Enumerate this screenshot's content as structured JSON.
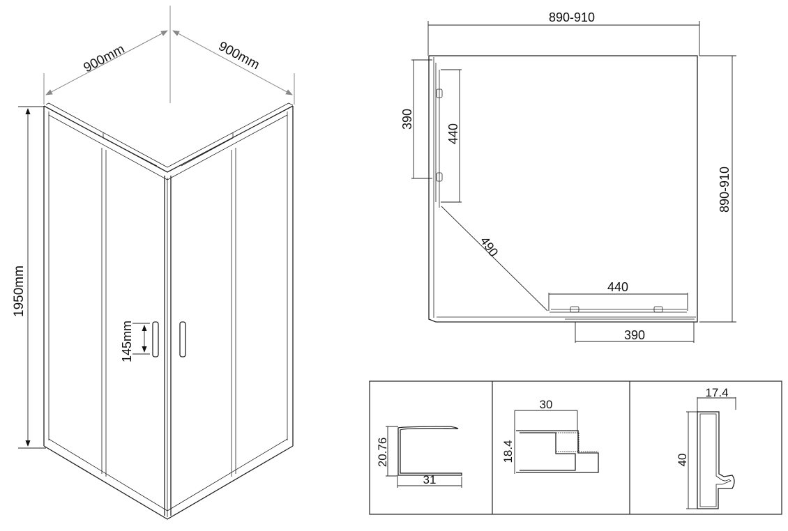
{
  "isometric_view": {
    "width_left": "900mm",
    "width_right": "900mm",
    "height": "1950mm",
    "handle_height": "145mm"
  },
  "plan_view": {
    "top_width": "890-910",
    "right_depth": "890-910",
    "left_opening": "390",
    "left_door": "440",
    "diagonal": "490",
    "bottom_door": "440",
    "bottom_opening": "390"
  },
  "profiles": [
    {
      "height": "20.76",
      "width": "31"
    },
    {
      "height": "18.4",
      "width": "30"
    },
    {
      "height": "40",
      "width": "17.4"
    }
  ]
}
